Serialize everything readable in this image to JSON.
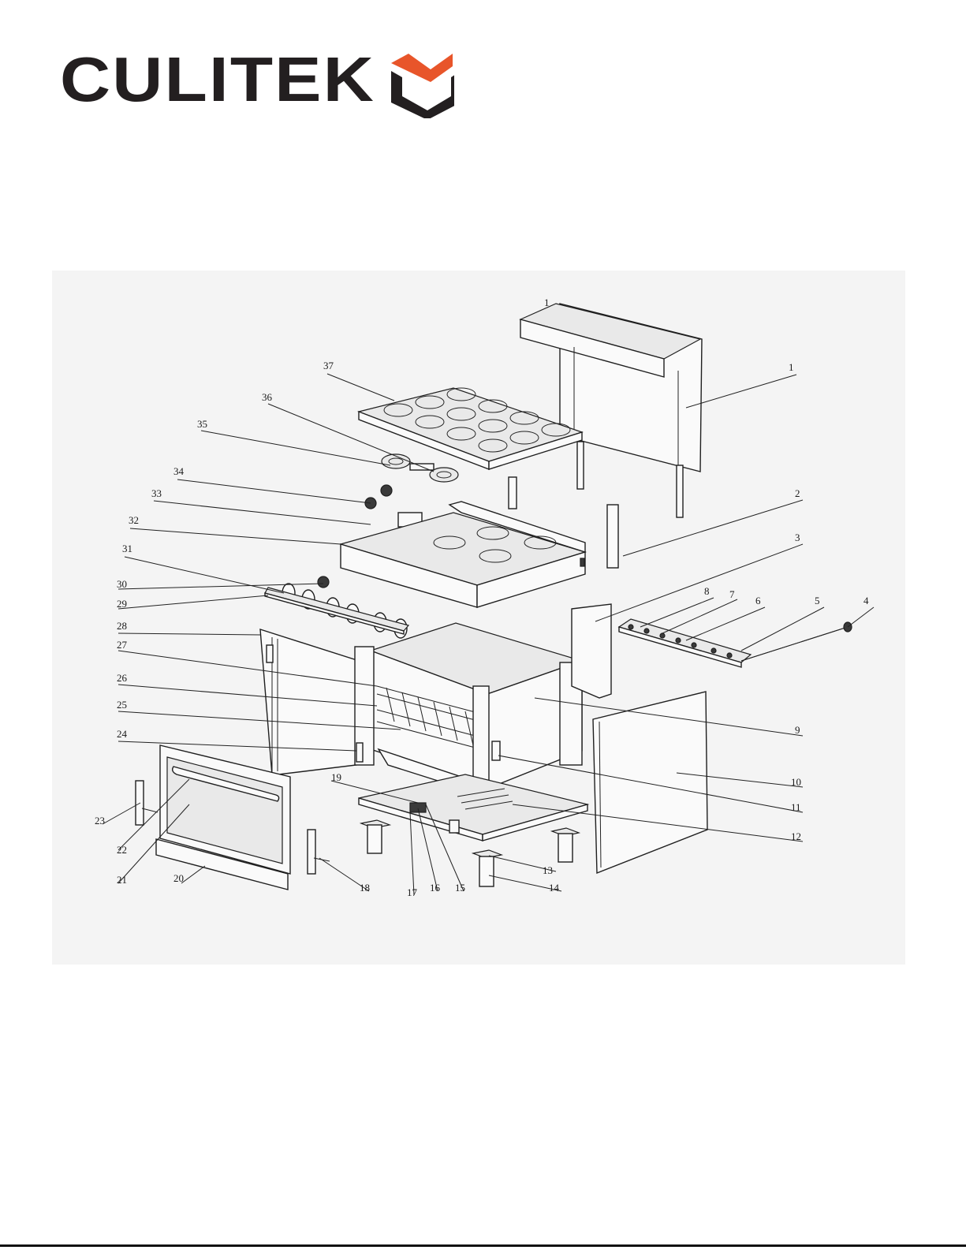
{
  "brand": {
    "logo_text": "CULITEK",
    "accent_color": "#e8552a",
    "text_color": "#231f20"
  },
  "diagram": {
    "callouts": [
      {
        "id": "c1",
        "text": "1"
      },
      {
        "id": "c2",
        "text": "2"
      },
      {
        "id": "c3",
        "text": "3"
      },
      {
        "id": "c4",
        "text": "4"
      },
      {
        "id": "c5",
        "text": "5"
      },
      {
        "id": "c6",
        "text": "6"
      },
      {
        "id": "c7",
        "text": "7"
      },
      {
        "id": "c8",
        "text": "8"
      },
      {
        "id": "c9",
        "text": "9"
      },
      {
        "id": "c10",
        "text": "10"
      },
      {
        "id": "c11",
        "text": "11"
      },
      {
        "id": "c12",
        "text": "12"
      },
      {
        "id": "c13",
        "text": "13"
      },
      {
        "id": "c14",
        "text": "14"
      },
      {
        "id": "c15",
        "text": "15"
      },
      {
        "id": "c16",
        "text": "16"
      },
      {
        "id": "c17",
        "text": "17"
      },
      {
        "id": "c18",
        "text": "18"
      },
      {
        "id": "c19",
        "text": "19"
      },
      {
        "id": "c20",
        "text": "20"
      },
      {
        "id": "c21",
        "text": "21"
      },
      {
        "id": "c22",
        "text": "22"
      },
      {
        "id": "c23",
        "text": "23"
      },
      {
        "id": "c24",
        "text": "24"
      },
      {
        "id": "c25",
        "text": "25"
      },
      {
        "id": "c26",
        "text": "26"
      },
      {
        "id": "c27",
        "text": "27"
      },
      {
        "id": "c28",
        "text": "28"
      },
      {
        "id": "c29",
        "text": "29"
      },
      {
        "id": "c30",
        "text": "30"
      },
      {
        "id": "c31",
        "text": "31"
      },
      {
        "id": "c32",
        "text": "32"
      },
      {
        "id": "c33",
        "text": "33"
      },
      {
        "id": "c34",
        "text": "34"
      },
      {
        "id": "c35",
        "text": "35"
      },
      {
        "id": "c36",
        "text": "36"
      },
      {
        "id": "c37",
        "text": "37"
      },
      {
        "id": "c1b",
        "text": "1"
      }
    ]
  }
}
